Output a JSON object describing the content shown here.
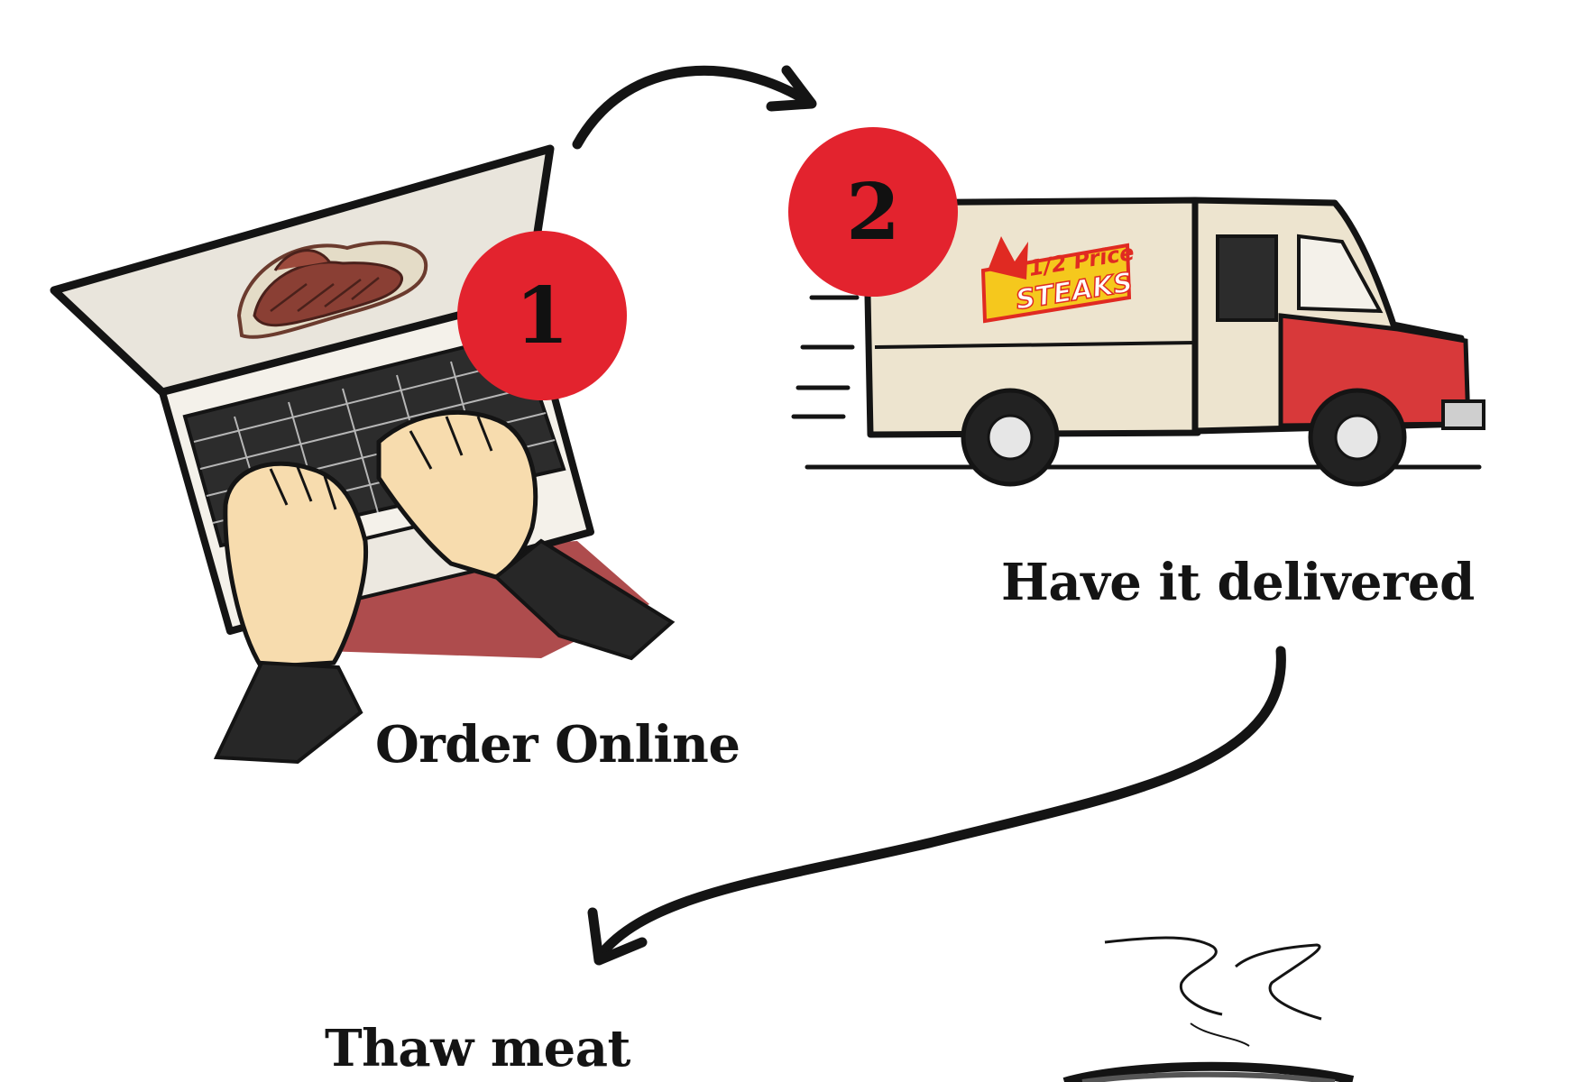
{
  "steps": [
    {
      "number": "1",
      "caption": "Order Online"
    },
    {
      "number": "2",
      "caption": "Have it delivered"
    },
    {
      "caption": "Thaw meat"
    }
  ],
  "truck": {
    "sign_line1": "1/2 Price",
    "sign_line2": "STEAKS"
  },
  "colors": {
    "badge_red": "#e3232e",
    "truck_body": "#ede4cf",
    "truck_red": "#d8393a",
    "sign_yellow": "#f5c81d",
    "sign_red": "#e02a22",
    "arrow": "#141414"
  }
}
